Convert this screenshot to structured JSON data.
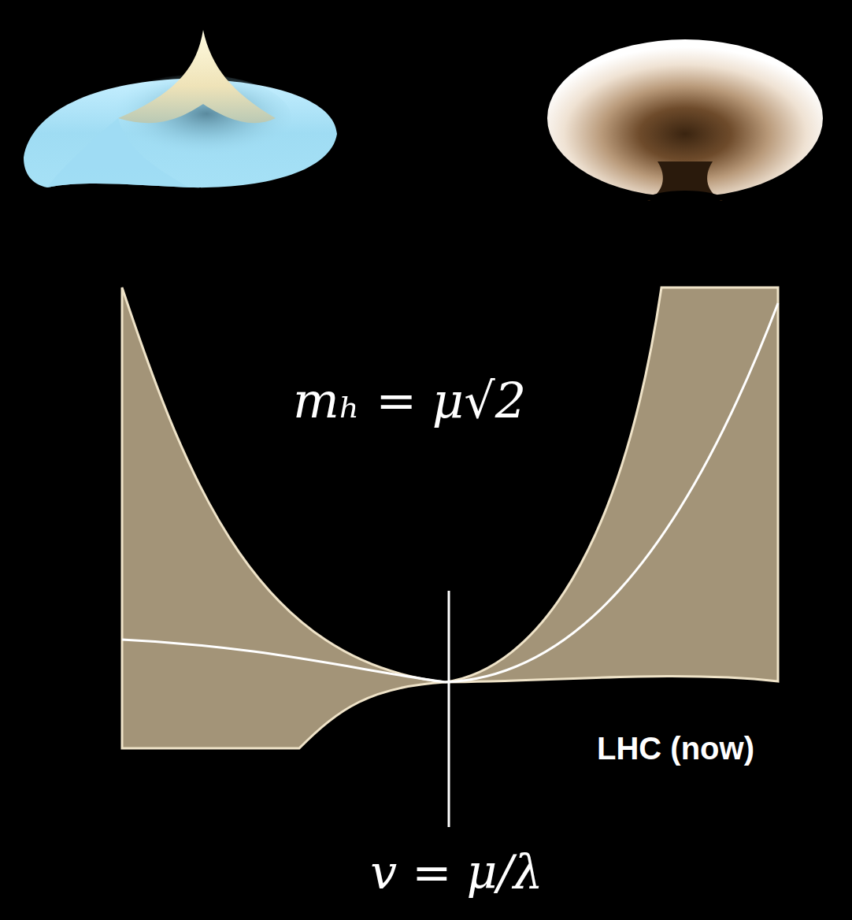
{
  "diagram": {
    "labels": [
      "mₕ = μ√2",
      "LHC (now)",
      "v = μ/λ"
    ]
  }
}
